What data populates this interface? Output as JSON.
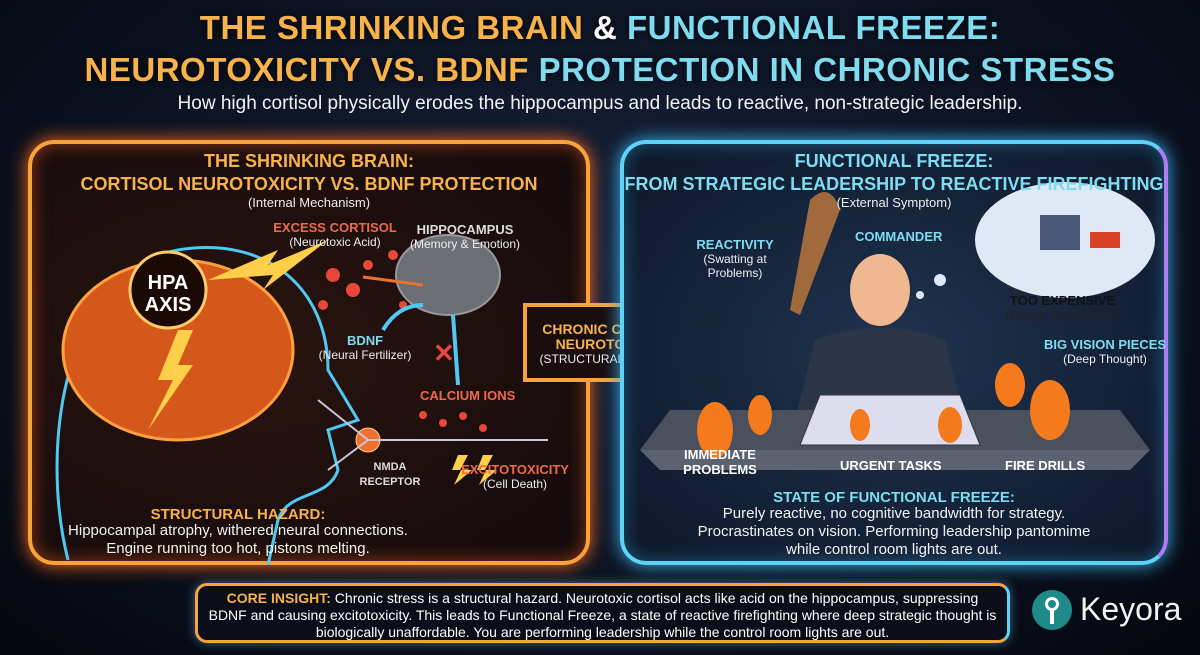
{
  "header": {
    "title_line1_a": "THE SHRINKING BRAIN",
    "title_line1_amp": "&",
    "title_line1_b": "FUNCTIONAL FREEZE:",
    "title_line2_a": "NEUROTOXICITY VS. BDNF",
    "title_line2_b": "PROTECTION IN CHRONIC STRESS",
    "subtitle": "How high cortisol physically erodes the hippocampus and leads to reactive, non-strategic leadership."
  },
  "left_panel": {
    "title1": "THE SHRINKING BRAIN:",
    "title2": "CORTISOL NEUROTOXICITY VS. BDNF PROTECTION",
    "subtitle": "(Internal Mechanism)",
    "hpa": "HPA",
    "axis": "AXIS",
    "excess_cortisol": "EXCESS CORTISOL",
    "excess_cortisol_sub": "(Neurotoxic Acid)",
    "hippocampus": "HIPPOCAMPUS",
    "hippocampus_sub": "(Memory & Emotion)",
    "bdnf": "BDNF",
    "bdnf_sub": "(Neural Fertilizer)",
    "calcium": "CALCIUM IONS",
    "nmda1": "NMDA",
    "nmda2": "RECEPTOR",
    "excito": "EXCITOTOXICITY",
    "excito_sub": "(Cell Death)",
    "hazard_title": "STRUCTURAL HAZARD:",
    "hazard_line1": "Hippocampal atrophy, withered neural connections.",
    "hazard_line2": "Engine running too hot, pistons melting."
  },
  "arrow": {
    "line1": "CHRONIC CORTISOL",
    "line2": "NEUROTOXICITY",
    "line3": "(STRUCTURAL EROSION)"
  },
  "right_panel": {
    "title1": "FUNCTIONAL FREEZE:",
    "title2": "FROM STRATEGIC LEADERSHIP TO REACTIVE FIREFIGHTING",
    "subtitle": "(External Symptom)",
    "reactivity": "REACTIVITY",
    "reactivity_sub1": "(Swatting at",
    "reactivity_sub2": "Problems)",
    "commander": "COMMANDER",
    "too_expensive": "TOO EXPENSIVE",
    "too_expensive_sub": "(Energy Expenditure)",
    "big_vision": "BIG VISION PIECES",
    "big_vision_sub": "(Deep Thought)",
    "immediate1": "IMMEDIATE",
    "immediate2": "PROBLEMS",
    "urgent": "URGENT TASKS",
    "fire_drills": "FIRE DRILLS",
    "state_title": "STATE OF FUNCTIONAL FREEZE:",
    "state_line1": "Purely reactive, no cognitive bandwidth for strategy.",
    "state_line2": "Procrastinates on vision. Performing leadership pantomime",
    "state_line3": "while control room lights are out."
  },
  "insight": {
    "label": "CORE INSIGHT:",
    "text": " Chronic stress is a structural hazard. Neurotoxic cortisol acts like acid on the hippocampus, suppressing BDNF and causing excitotoxicity. This leads to Functional Freeze, a state of reactive firefighting where deep strategic thought is biologically unaffordable. You are performing leadership while the control room lights are out."
  },
  "logo": {
    "name": "Keyora",
    "icon": "key-icon"
  },
  "colors": {
    "orange": "#f8b24a",
    "cyan": "#7fdcf0",
    "red": "#e8473a"
  }
}
